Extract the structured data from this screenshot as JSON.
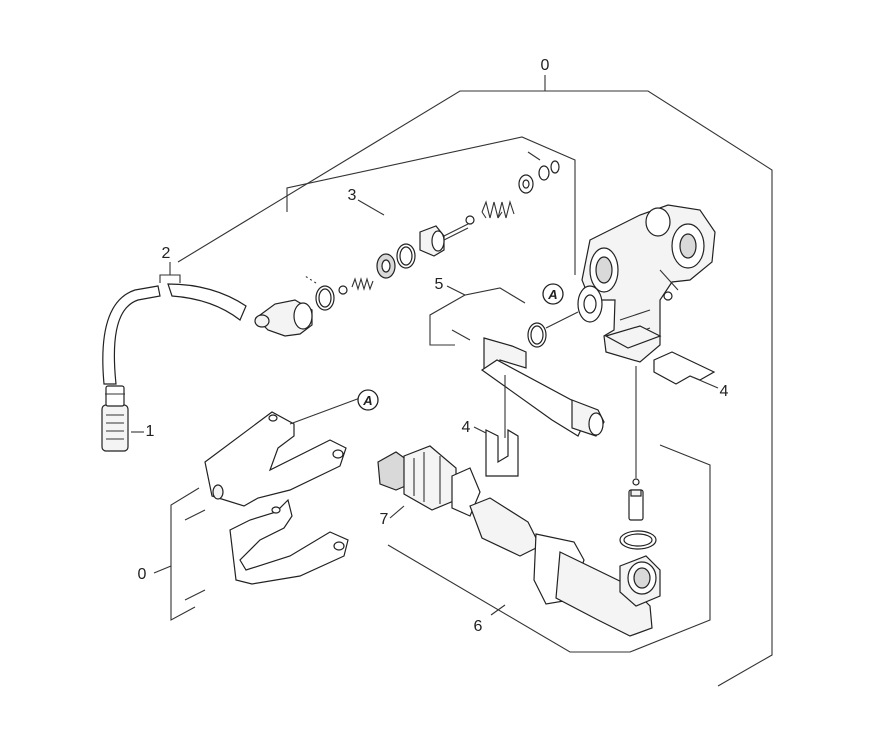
{
  "callouts": {
    "c0_top": "0",
    "c0_bottom": "0",
    "c1": "1",
    "c2": "2",
    "c3": "3",
    "c4_right": "4",
    "c4_left": "4",
    "c5": "5",
    "c6": "6",
    "c7": "7"
  },
  "references": {
    "a_top": "A",
    "a_bottom": "A"
  },
  "colors": {
    "line": "#333333",
    "part_fill": "#f4f4f4",
    "background": "#ffffff"
  }
}
